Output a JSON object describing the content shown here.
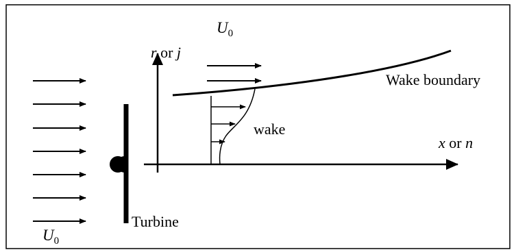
{
  "diagram": {
    "colors": {
      "stroke": "#000000",
      "background": "#ffffff",
      "frame": "#000000"
    },
    "labels": {
      "upstream_velocity": {
        "symbol": "U",
        "subscript": "0"
      },
      "wake_velocity": {
        "symbol": "U",
        "subscript": "0"
      },
      "vertical_axis": {
        "var1": "r",
        "connector": " or ",
        "var2": "j"
      },
      "horizontal_axis": {
        "var1": "x",
        "connector": " or ",
        "var2": "n"
      },
      "wake": "wake",
      "wake_boundary": "Wake boundary",
      "turbine": "Turbine"
    }
  }
}
